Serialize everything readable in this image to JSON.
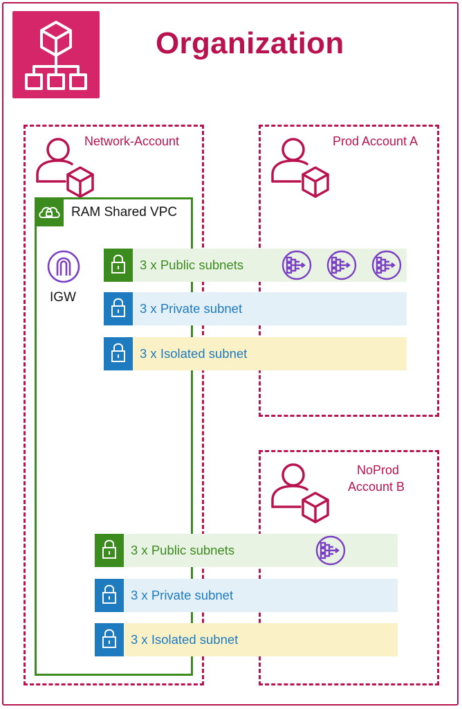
{
  "organization": {
    "title": "Organization",
    "icon": "organization-icon"
  },
  "accounts": {
    "network": {
      "label": "Network-Account",
      "icon": "account-user-icon"
    },
    "prod": {
      "label": "Prod Account A",
      "icon": "account-user-icon"
    },
    "noprod": {
      "label_line1": "NoProd",
      "label_line2": "Account B",
      "icon": "account-user-icon"
    }
  },
  "vpc": {
    "label": "RAM Shared VPC",
    "icon": "vpc-cloud-lock-icon"
  },
  "igw": {
    "label": "IGW",
    "icon": "internet-gateway-icon"
  },
  "prod_subnets": {
    "public": "3 x Public subnets",
    "private": "3 x Private subnet",
    "isolated": "3 x Isolated subnet"
  },
  "noprod_subnets": {
    "public": "3 x Public subnets",
    "private": "3 x Private subnet",
    "isolated": "3 x Isolated subnet"
  },
  "colors": {
    "organization": "#b8134f",
    "org_icon_bg": "#d6266a",
    "public": "#3b8b1f",
    "private": "#1f7bbf",
    "load_balancer": "#7b3fc4"
  },
  "icons": {
    "load_balancer": "load-balancer-icon",
    "lock": "lock-icon"
  }
}
